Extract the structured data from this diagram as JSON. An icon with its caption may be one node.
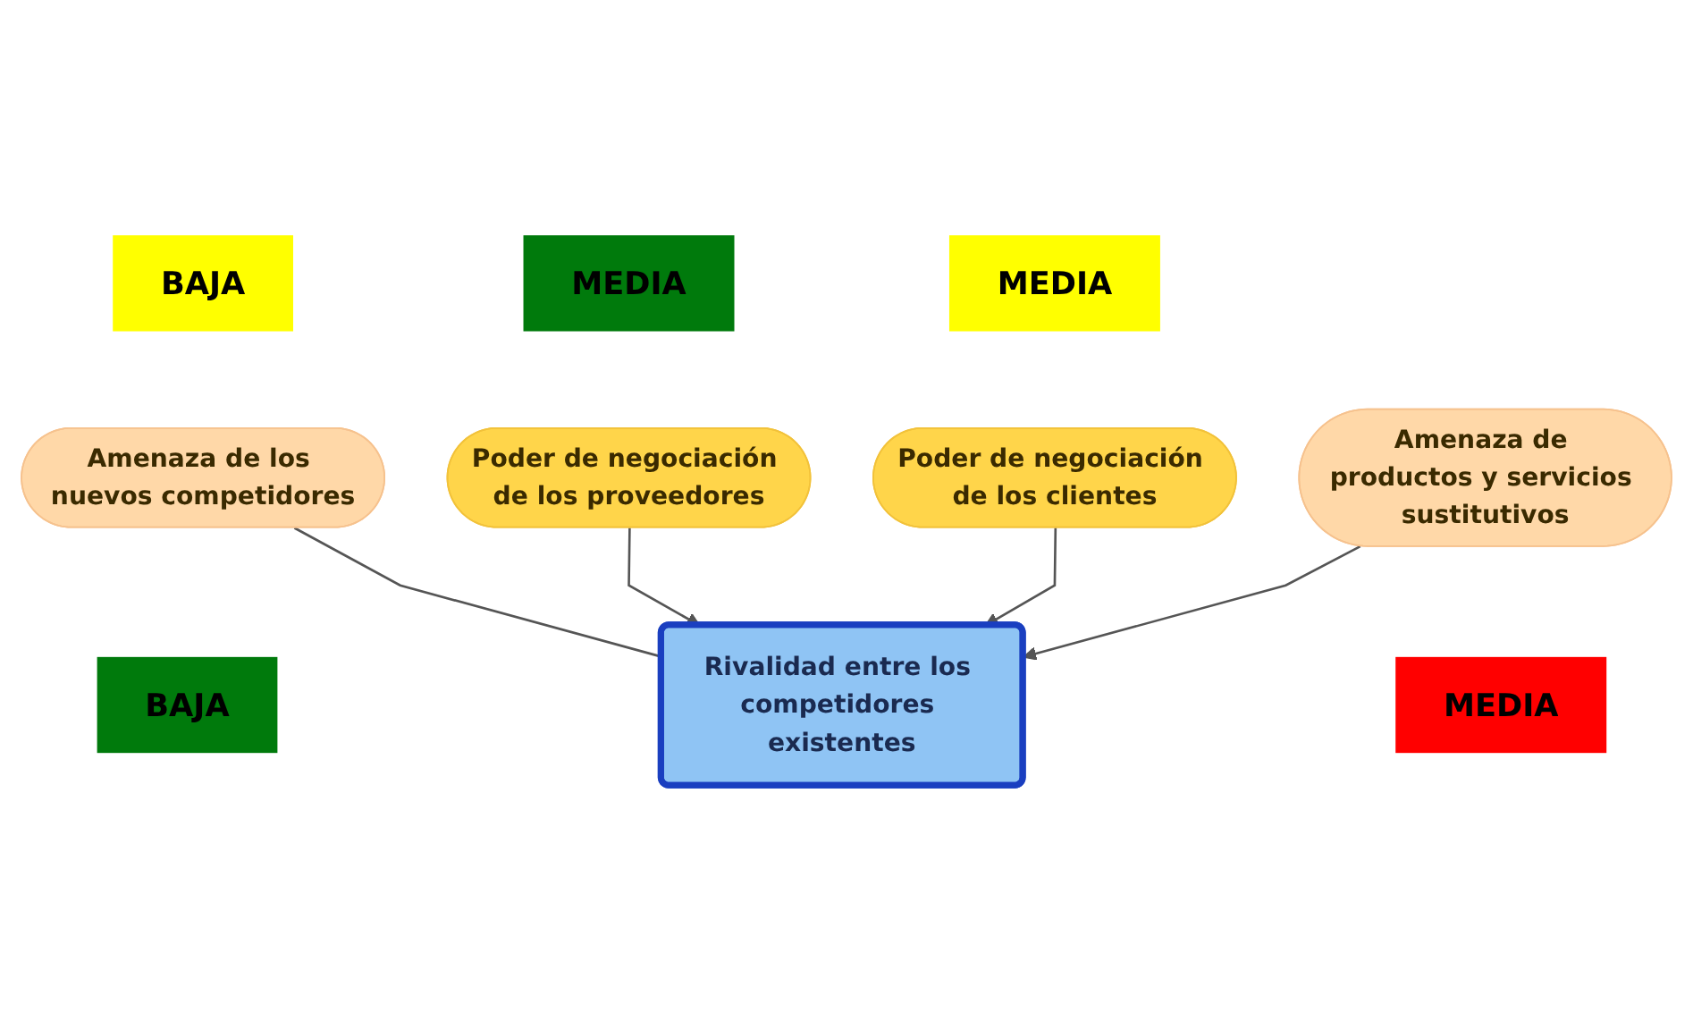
{
  "diagram": {
    "nodes": [
      {
        "text": [
          "BAJA"
        ]
      },
      {
        "text": [
          "Amenaza de los nuevos competidores"
        ]
      },
      {
        "text": [
          "BAJA"
        ]
      },
      {
        "text": [
          "MEDIA"
        ]
      },
      {
        "text": [
          "MEDIA"
        ]
      },
      {
        "text": [
          "Poder de negociación de los proveedores"
        ]
      },
      {
        "text": [
          "Rivalidad entre los competidores existentes"
        ]
      },
      {
        "text": [
          "Poder de negociación de los clientes"
        ]
      },
      {
        "text": [
          "Amenaza de productos y servicios sustitutivos"
        ]
      },
      {
        "text": [
          "MEDIA"
        ]
      }
    ],
    "edges": [
      {
        "from": 1,
        "to": 6,
        "arrow": "none"
      },
      {
        "from": 5,
        "to": 6,
        "arrow": "to"
      },
      {
        "from": 7,
        "to": 6,
        "arrow": "to"
      },
      {
        "from": 8,
        "to": 6,
        "arrow": "to"
      }
    ]
  }
}
